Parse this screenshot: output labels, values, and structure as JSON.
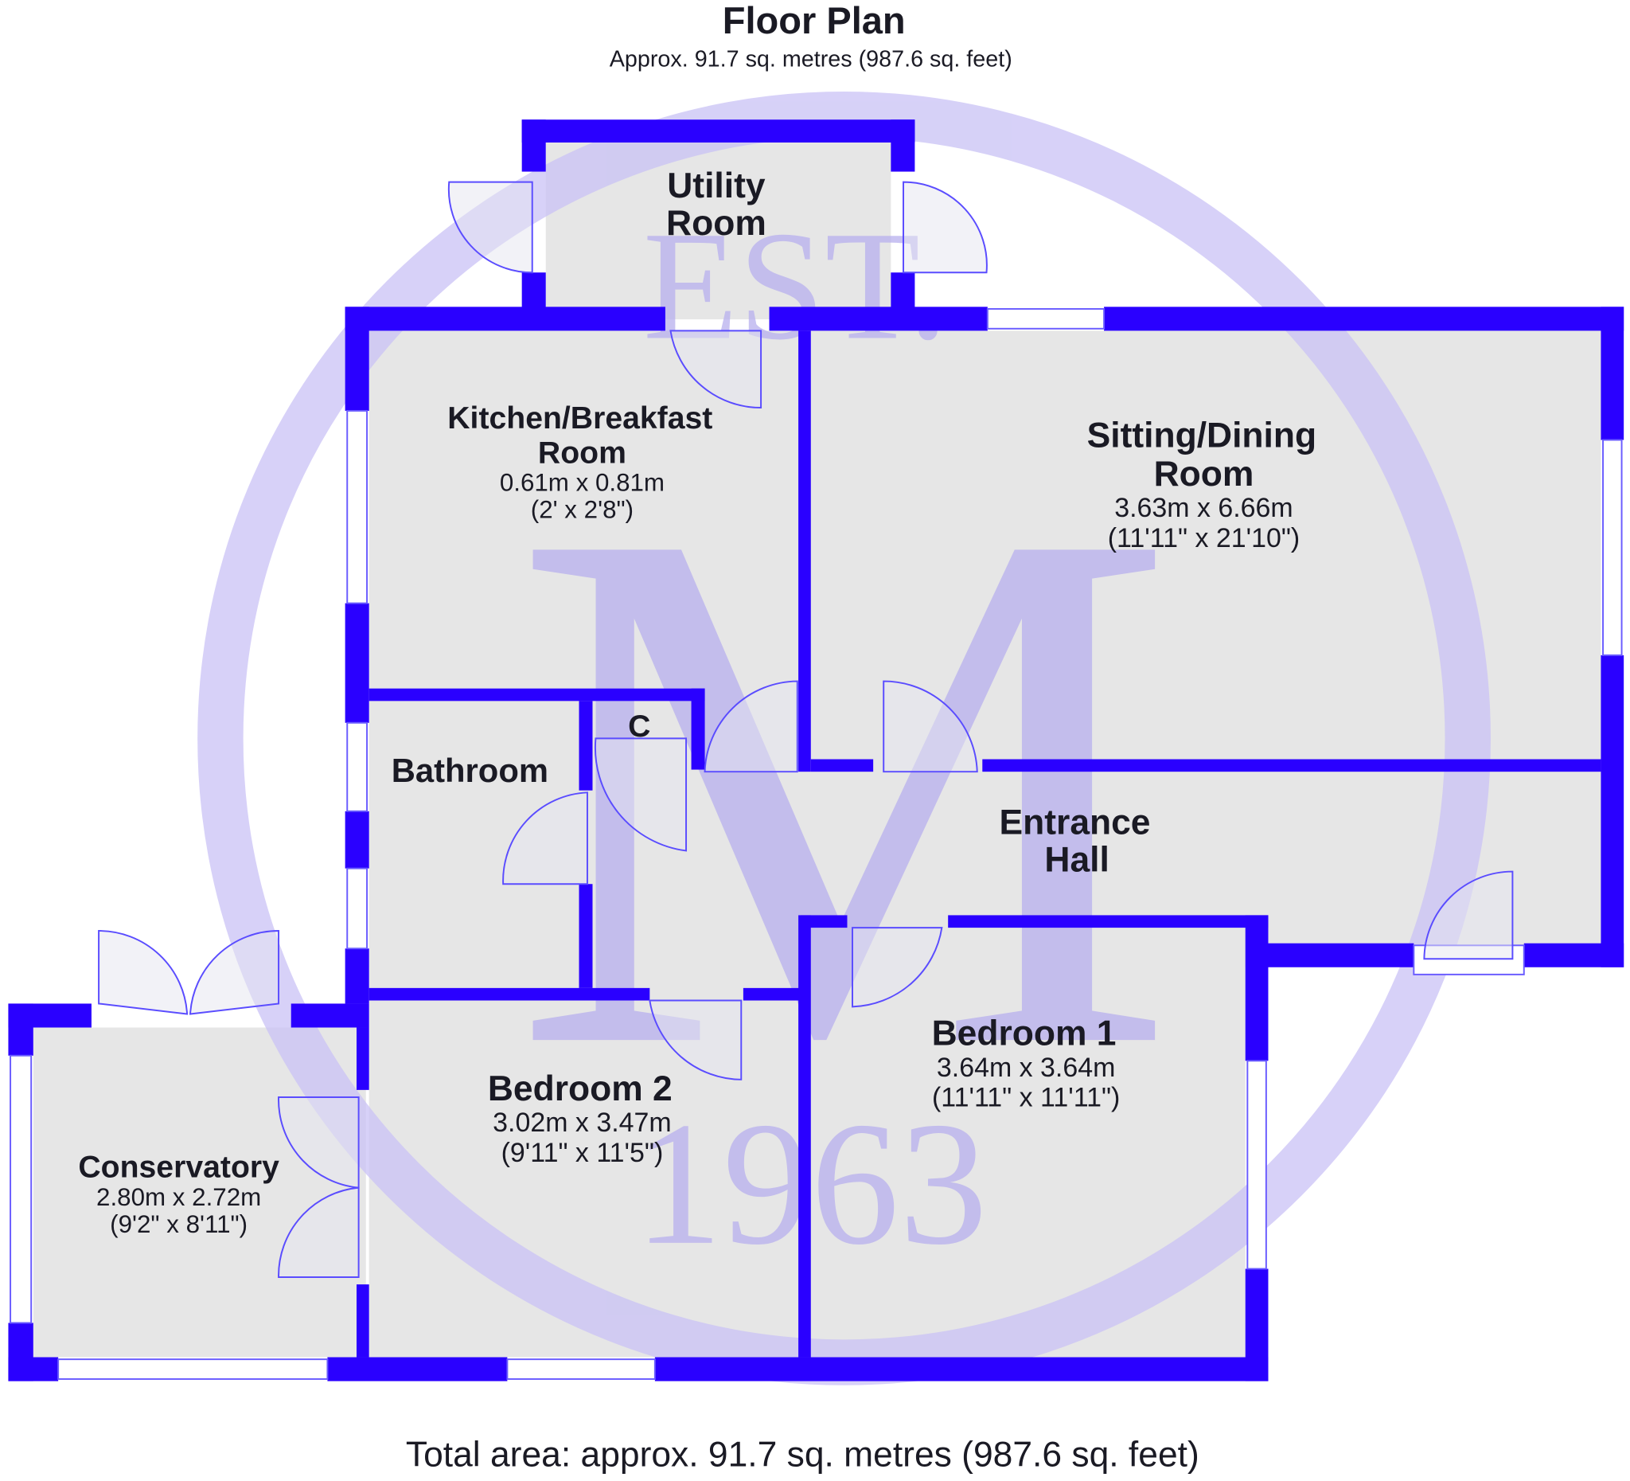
{
  "title": "Floor Plan",
  "subtitle": "Approx. 91.7 sq. metres (987.6 sq. feet)",
  "footer": "Total area: approx. 91.7 sq. metres (987.6 sq. feet)",
  "colors": {
    "wall": "#2a00ff",
    "floor": "#e6e6e6",
    "watermark": "#c9c2f5",
    "window": "#ffffff"
  },
  "watermark": {
    "top": "EST.",
    "letter": "M",
    "year": "1963"
  },
  "rooms": {
    "utility": {
      "name1": "Utility",
      "name2": "Room"
    },
    "kitchen": {
      "name1": "Kitchen/Breakfast",
      "name2": "Room",
      "metric": "0.61m x 0.81m",
      "imperial": "(2' x 2'8\")"
    },
    "sitting": {
      "name1": "Sitting/Dining",
      "name2": "Room",
      "metric": "3.63m x 6.66m",
      "imperial": "(11'11\" x 21'10\")"
    },
    "bathroom": {
      "name": "Bathroom"
    },
    "cupboard": {
      "name": "C"
    },
    "hall": {
      "name1": "Entrance",
      "name2": "Hall"
    },
    "bedroom1": {
      "name": "Bedroom 1",
      "metric": "3.64m x 3.64m",
      "imperial": "(11'11\" x 11'11\")"
    },
    "bedroom2": {
      "name": "Bedroom 2",
      "metric": "3.02m x 3.47m",
      "imperial": "(9'11\" x 11'5\")"
    },
    "conservatory": {
      "name": "Conservatory",
      "metric": "2.80m x 2.72m",
      "imperial": "(9'2\" x 8'11\")"
    }
  }
}
